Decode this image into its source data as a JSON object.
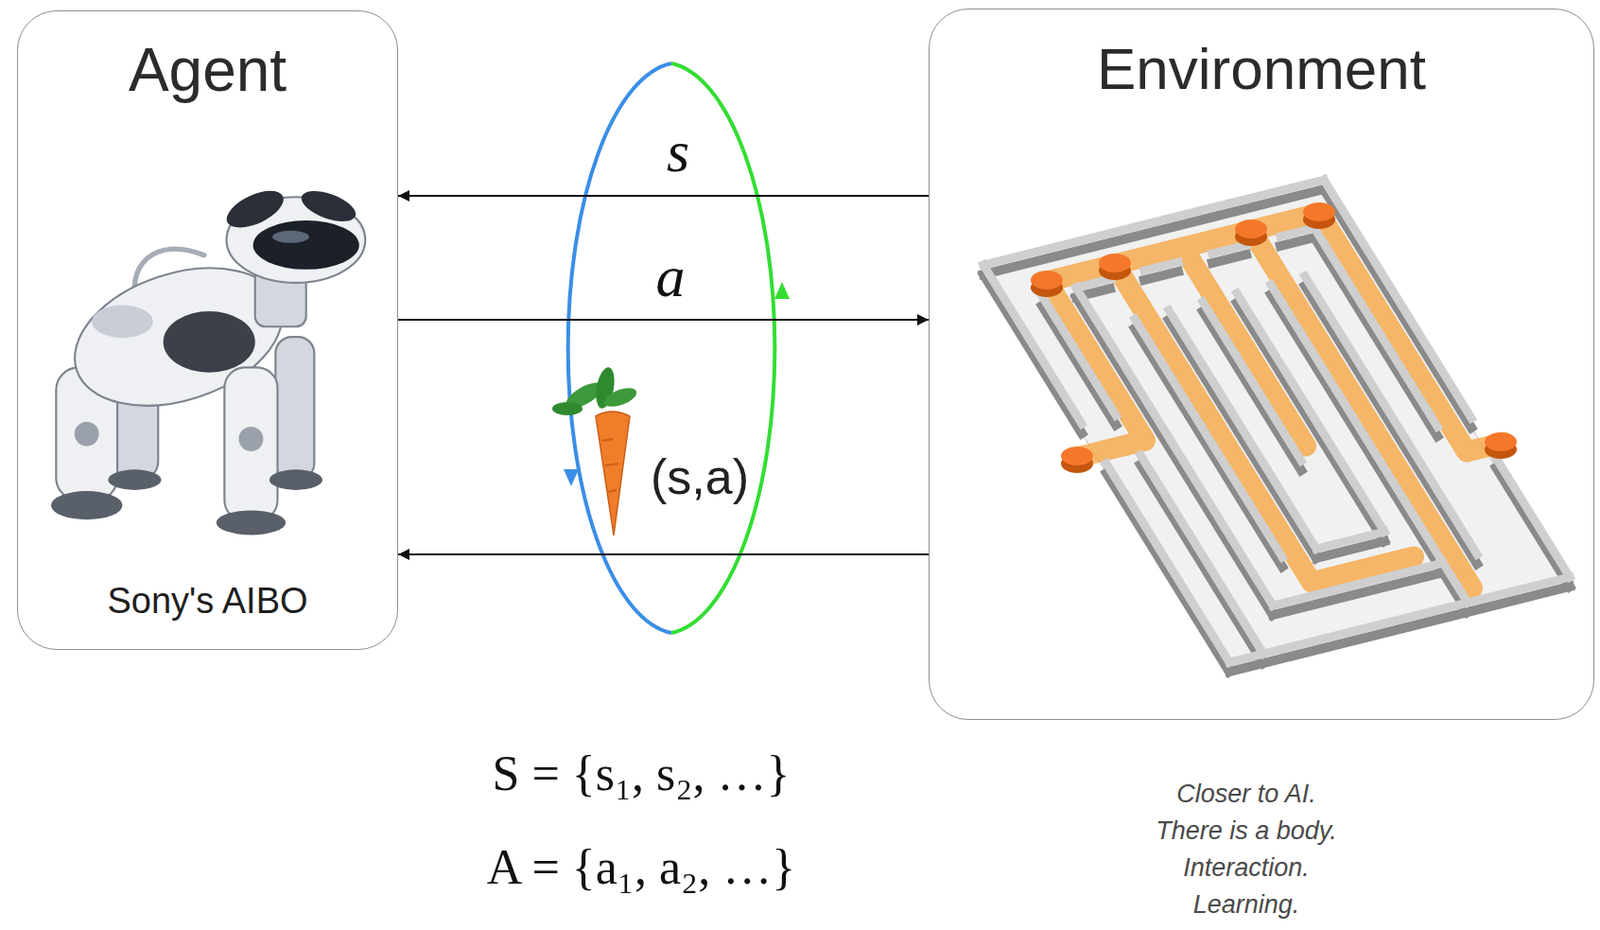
{
  "diagram": {
    "nodes": [
      {
        "text": [
          "Agent",
          "Sony's AIBO"
        ]
      },
      {
        "text": [
          "Environment"
        ]
      }
    ],
    "edges": [
      {
        "from": 1,
        "to": 0,
        "arrow": "to",
        "label": "s"
      },
      {
        "from": 0,
        "to": 1,
        "arrow": "to",
        "label": "a"
      },
      {
        "from": 1,
        "to": 0,
        "arrow": "to",
        "label": "(s,a)"
      }
    ],
    "labels": [
      "S = {s₁, s₂, …}",
      "A = {a₁, a₂, …}",
      "Closer to AI. There is a body. Interaction. Learning."
    ]
  }
}
